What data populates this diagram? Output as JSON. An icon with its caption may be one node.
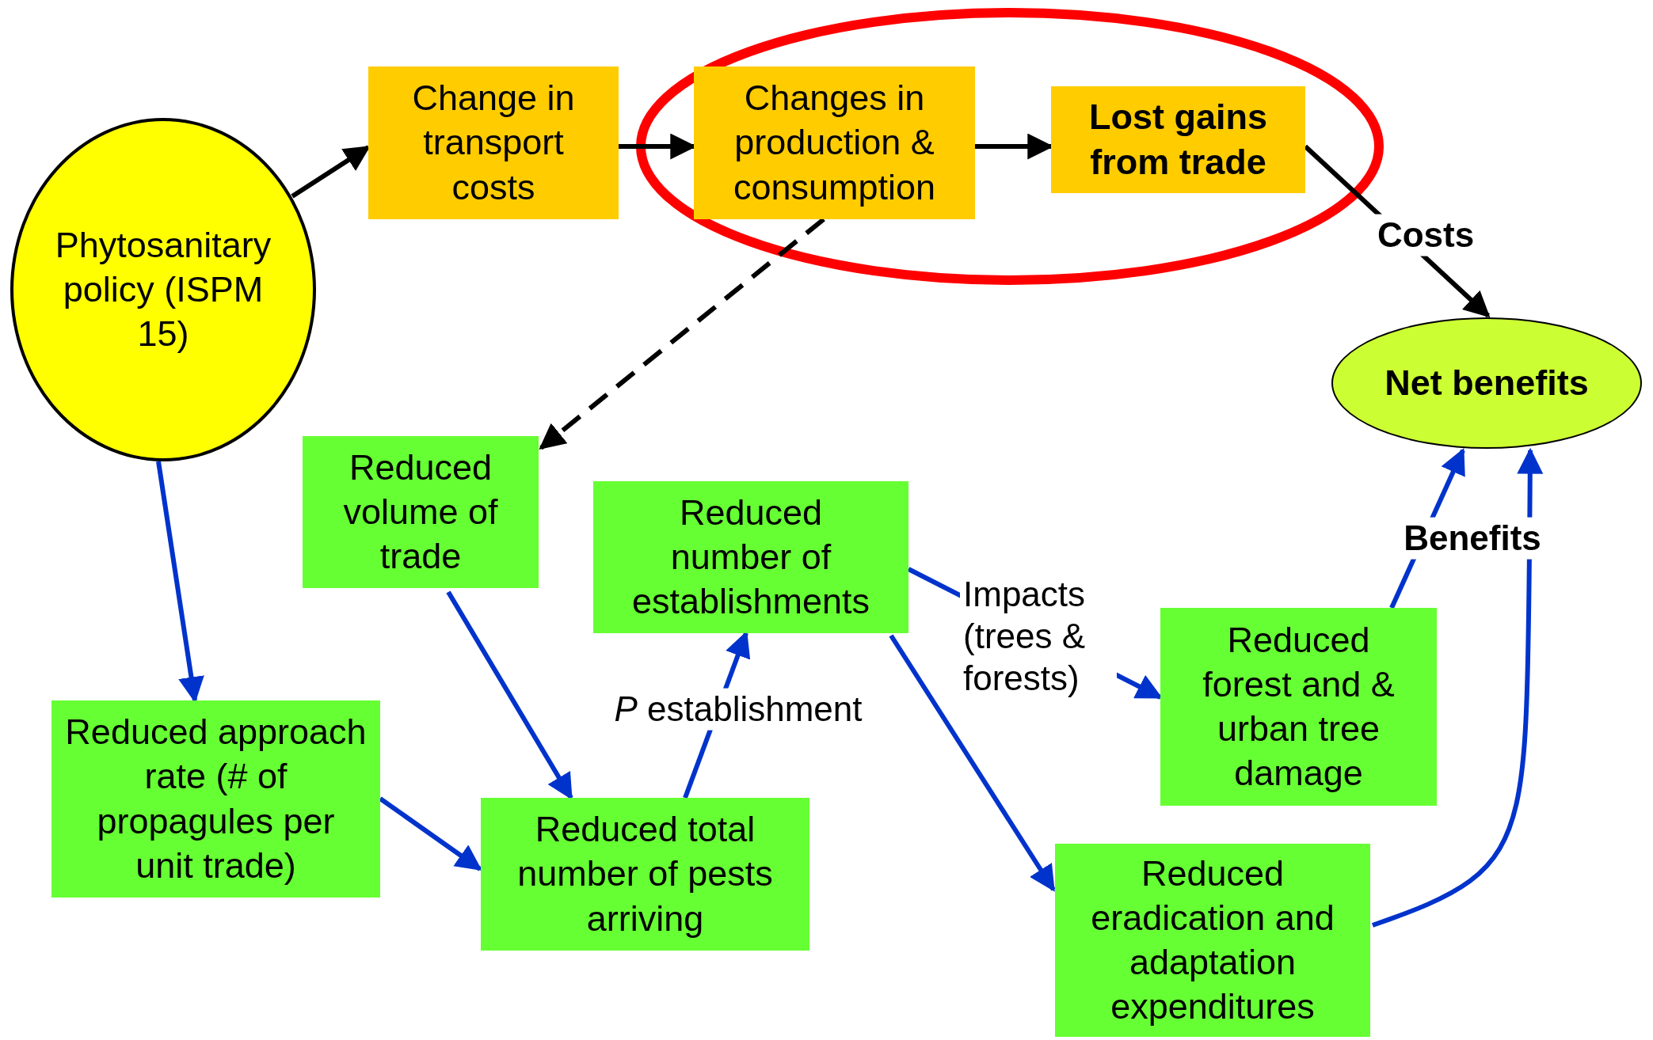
{
  "diagram": {
    "nodes": [
      {
        "text": [
          "Phytosanitary policy (ISPM 15)"
        ]
      },
      {
        "text": [
          "Change in transport costs"
        ]
      },
      {
        "text": [
          "Changes in production & consumption"
        ]
      },
      {
        "text": [
          "Lost gains from trade"
        ]
      },
      {
        "text": [
          "Net benefits"
        ]
      },
      {
        "text": [
          "Reduced volume of trade"
        ]
      },
      {
        "text": [
          "Reduced number of establishments"
        ]
      },
      {
        "text": [
          "Reduced forest and & urban tree damage"
        ]
      },
      {
        "text": [
          "Reduced approach rate (# of propagules per unit trade)"
        ]
      },
      {
        "text": [
          "Reduced total number of pests arriving"
        ]
      },
      {
        "text": [
          "Reduced eradication and adaptation expenditures"
        ]
      }
    ],
    "edges": [
      {
        "from": 0,
        "to": 1,
        "arrow": "to",
        "color": "#000000"
      },
      {
        "from": 1,
        "to": 2,
        "arrow": "to",
        "color": "#000000"
      },
      {
        "from": 2,
        "to": 3,
        "arrow": "to",
        "color": "#000000"
      },
      {
        "from": 3,
        "to": 4,
        "arrow": "to",
        "color": "#000000",
        "label": "Costs"
      },
      {
        "from": 2,
        "to": 5,
        "arrow": "to",
        "color": "#000000",
        "style": "dashed"
      },
      {
        "from": 0,
        "to": 8,
        "arrow": "to"
      },
      {
        "from": 5,
        "to": 9,
        "arrow": "to"
      },
      {
        "from": 8,
        "to": 9,
        "arrow": "to"
      },
      {
        "from": 9,
        "to": 6,
        "arrow": "to",
        "label": "*P* establishment"
      },
      {
        "from": 6,
        "to": 7,
        "arrow": "to",
        "label": "Impacts (trees & forests)"
      },
      {
        "from": 6,
        "to": 10,
        "arrow": "to"
      },
      {
        "from": 7,
        "to": 4,
        "arrow": "to",
        "label": "Benefits"
      },
      {
        "from": 10,
        "to": 4,
        "arrow": "to"
      }
    ]
  }
}
